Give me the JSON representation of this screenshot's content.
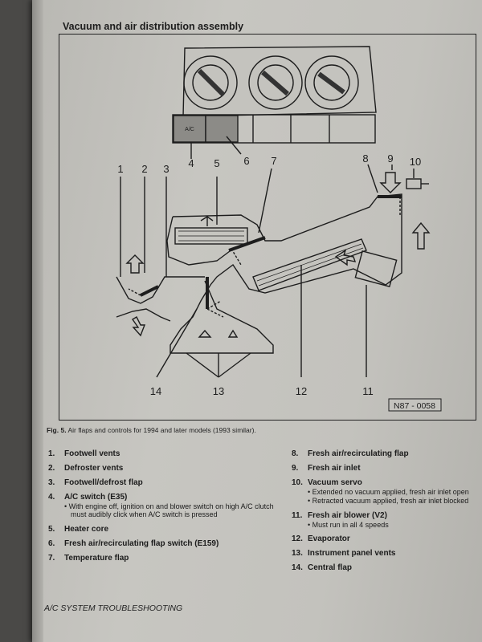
{
  "page": {
    "section_title": "Vacuum and air distribution assembly",
    "figure_id": "N87 - 0058",
    "caption_prefix": "Fig. 5.",
    "caption_text": "Air flaps and controls for 1994 and later models (1993 similar).",
    "footer": "A/C SYSTEM TROUBLESHOOTING",
    "switch_label": "A/C"
  },
  "diagram_labels": [
    "1",
    "2",
    "3",
    "4",
    "5",
    "6",
    "7",
    "8",
    "9",
    "10",
    "11",
    "12",
    "13",
    "14"
  ],
  "legend_left": [
    {
      "num": "1.",
      "text": "Footwell vents",
      "sub": []
    },
    {
      "num": "2.",
      "text": "Defroster vents",
      "sub": []
    },
    {
      "num": "3.",
      "text": "Footwell/defrost flap",
      "sub": []
    },
    {
      "num": "4.",
      "text": "A/C switch (E35)",
      "sub": [
        "• With engine off, ignition on and blower switch on high A/C clutch must audibly click when A/C switch is pressed"
      ]
    },
    {
      "num": "5.",
      "text": "Heater core",
      "sub": []
    },
    {
      "num": "6.",
      "text": "Fresh air/recirculating flap switch (E159)",
      "sub": []
    },
    {
      "num": "7.",
      "text": "Temperature flap",
      "sub": []
    }
  ],
  "legend_right": [
    {
      "num": "8.",
      "text": "Fresh air/recirculating flap",
      "sub": []
    },
    {
      "num": "9.",
      "text": "Fresh air inlet",
      "sub": []
    },
    {
      "num": "10.",
      "text": "Vacuum servo",
      "sub": [
        "• Extended no vacuum applied, fresh air inlet open",
        "• Retracted vacuum applied, fresh air inlet blocked"
      ]
    },
    {
      "num": "11.",
      "text": "Fresh air blower (V2)",
      "sub": [
        "• Must run in all 4 speeds"
      ]
    },
    {
      "num": "12.",
      "text": "Evaporator",
      "sub": []
    },
    {
      "num": "13.",
      "text": "Instrument panel vents",
      "sub": []
    },
    {
      "num": "14.",
      "text": "Central flap",
      "sub": []
    }
  ]
}
